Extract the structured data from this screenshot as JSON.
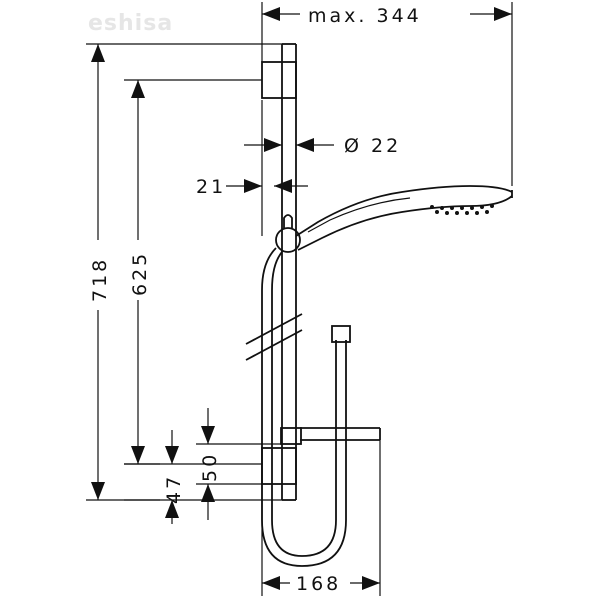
{
  "watermark": "eshisa",
  "dimensions": {
    "max_width": "max. 344",
    "diameter": "Ø 22",
    "offset": "21",
    "total_height": "718",
    "slider_height": "625",
    "bracket_height": "50",
    "bracket_offset": "47",
    "shelf_width": "168"
  }
}
